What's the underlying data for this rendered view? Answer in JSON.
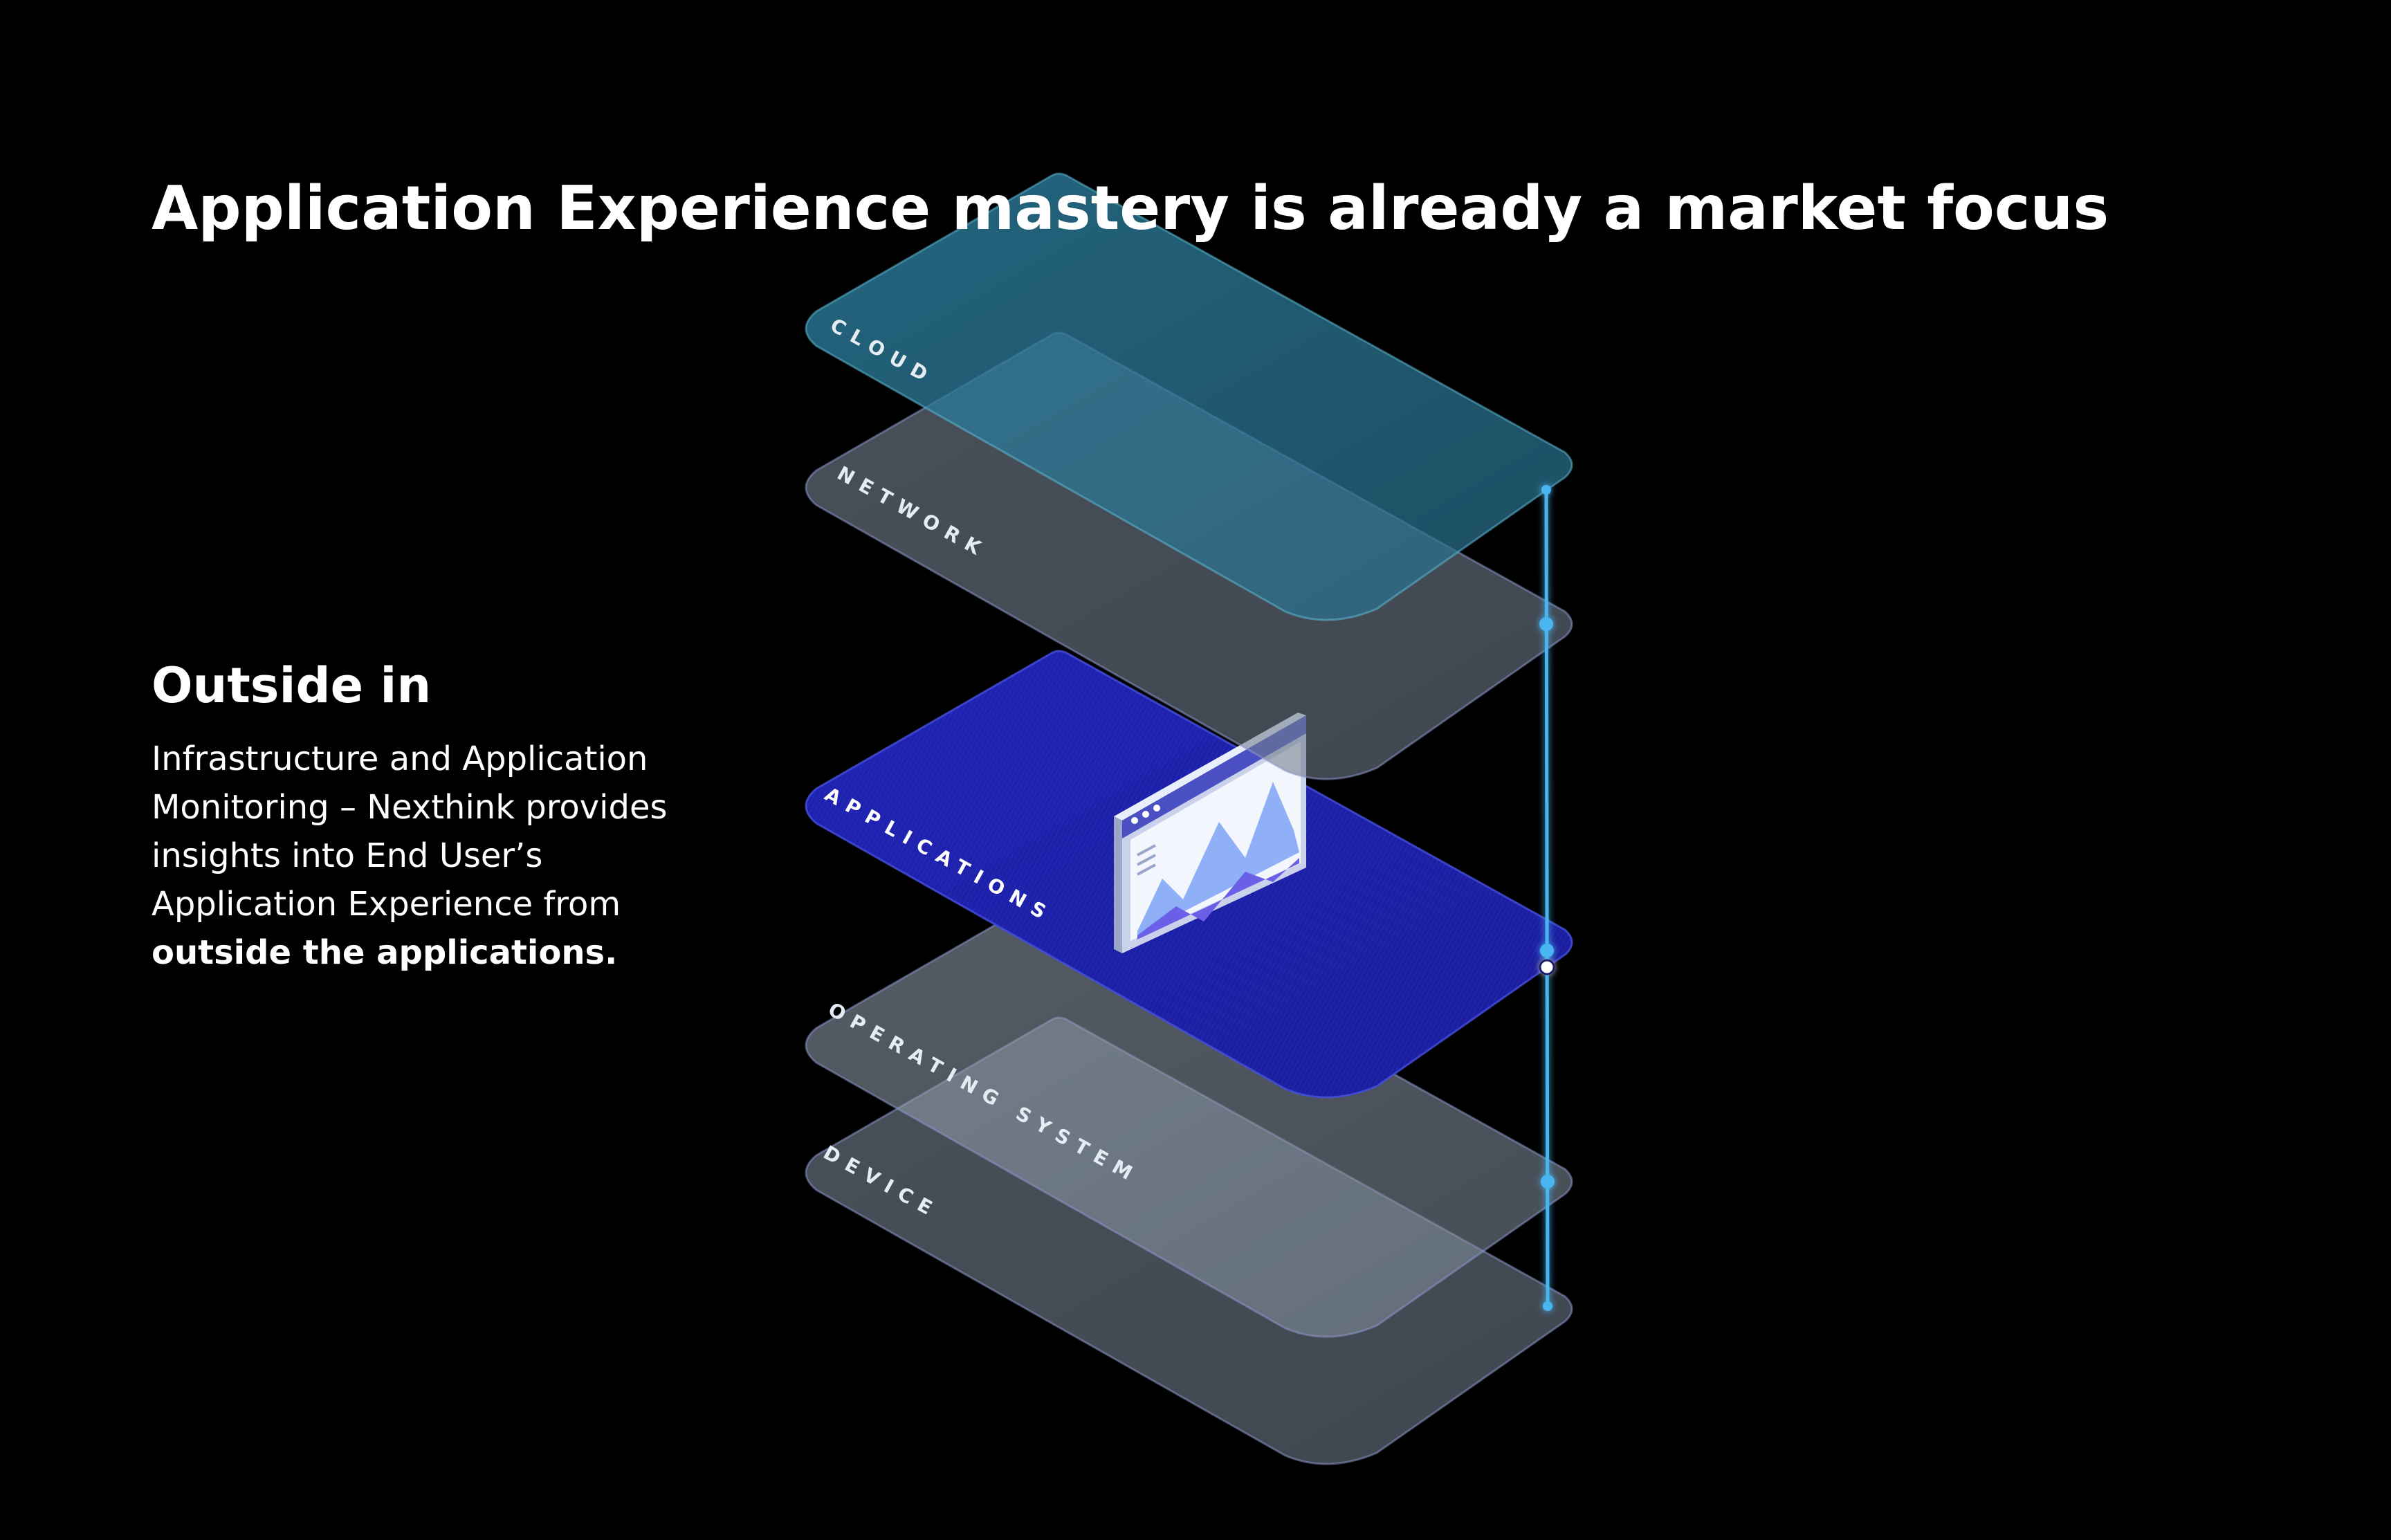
{
  "title": "Application Experience mastery is already a market focus",
  "side_panel": {
    "heading": "Outside in",
    "body_lines": [
      "Infrastructure and Application",
      "Monitoring – Nexthink provides",
      "insights into End User’s",
      "Application Experience from"
    ],
    "body_bold": "outside the applications."
  },
  "layers": [
    {
      "id": "cloud",
      "label": "CLOUD",
      "style": "teal"
    },
    {
      "id": "network",
      "label": "NETWORK",
      "style": "gray"
    },
    {
      "id": "applications",
      "label": "APPLICATIONS",
      "style": "blue",
      "highlighted": true
    },
    {
      "id": "operating-system",
      "label": "OPERATING SYSTEM",
      "style": "gray"
    },
    {
      "id": "device",
      "label": "DEVICE",
      "style": "gray"
    }
  ],
  "colors": {
    "background": "#000000",
    "text": "#ffffff",
    "teal_layer": "#2f7d99",
    "gray_layer": "#6f7c8c",
    "blue_layer": "#1d20a8",
    "connector": "#49b6f2"
  },
  "icons": {
    "applications_panel": "browser-chart-icon"
  }
}
